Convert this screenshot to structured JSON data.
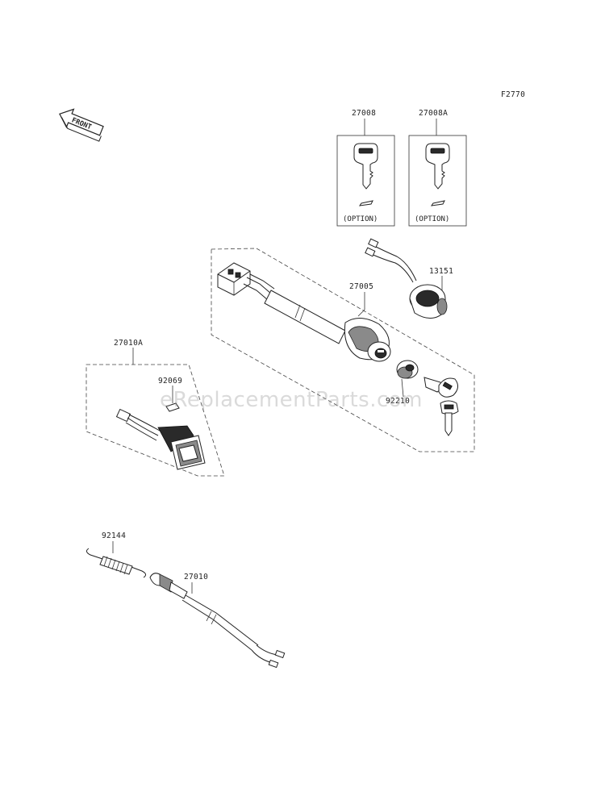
{
  "diagram_code": "F2770",
  "front_label": "FRONT",
  "watermark": "eReplacementParts.com",
  "parts": {
    "key_blank_a": "27008",
    "key_blank_b": "27008A",
    "option_a": "(OPTION)",
    "option_b": "(OPTION)",
    "connector": "13151",
    "ignition_switch": "27005",
    "nut": "92210",
    "switch_assy": "27010A",
    "clip": "92069",
    "spring": "92144",
    "cable": "27010"
  }
}
